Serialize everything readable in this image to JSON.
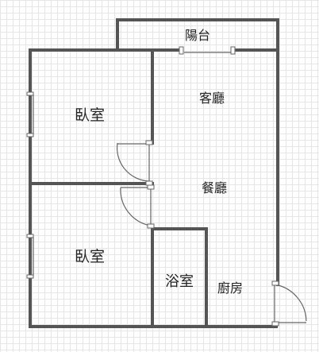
{
  "rooms": {
    "balcony": "陽台",
    "living": "客廳",
    "dining": "餐廳",
    "bedroom_top": "臥室",
    "bedroom_bottom": "臥室",
    "bathroom": "浴室",
    "kitchen": "廚房"
  }
}
